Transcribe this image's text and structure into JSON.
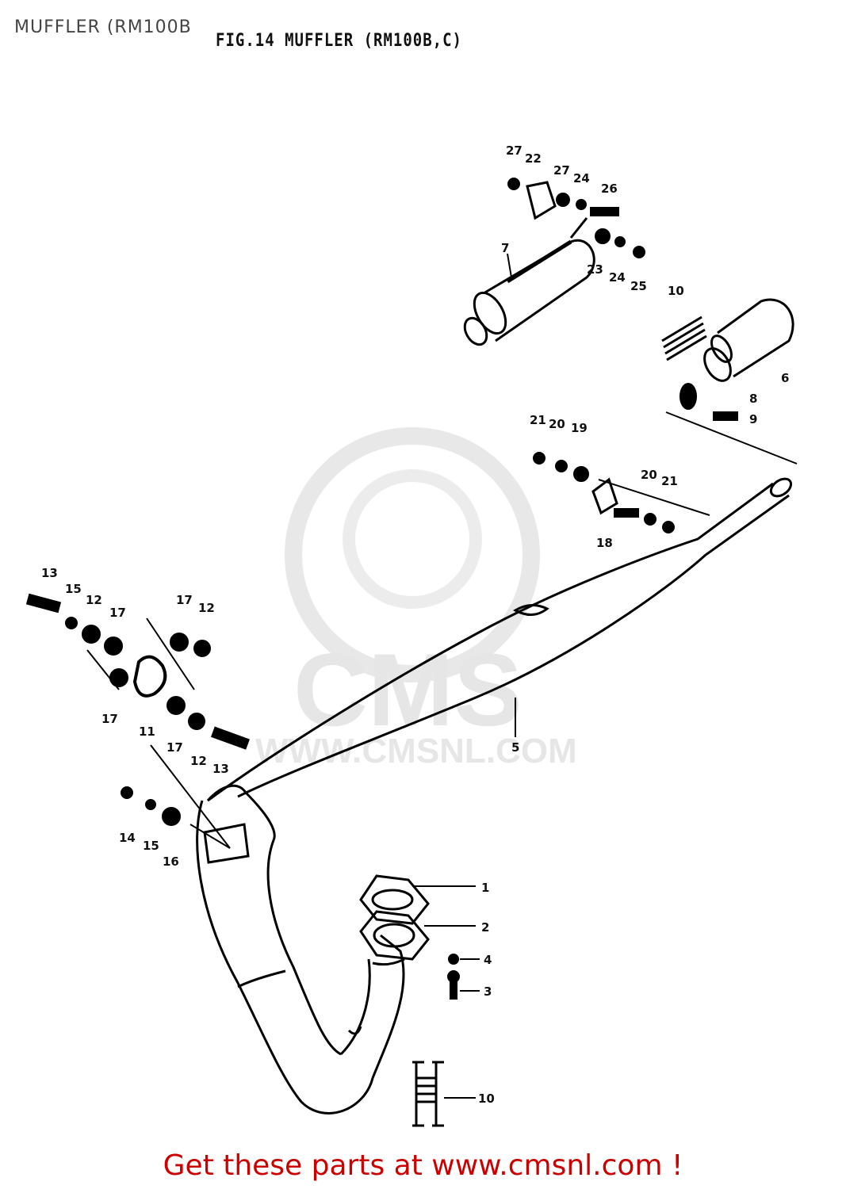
{
  "page_caption": "MUFFLER (RM100B",
  "figure_title": "FIG.14  MUFFLER (RM100B,C)",
  "watermark": {
    "brand": "CMS",
    "url": "WWW.CMSNL.COM",
    "color": "#e6e6e6"
  },
  "callouts": {
    "c1": "1",
    "c2": "2",
    "c3": "3",
    "c4": "4",
    "c5": "5",
    "c6": "6",
    "c7": "7",
    "c8": "8",
    "c9": "9",
    "c10a": "10",
    "c10b": "10",
    "c11": "11",
    "c12a": "12",
    "c12b": "12",
    "c12c": "12",
    "c13a": "13",
    "c13b": "13",
    "c14": "14",
    "c15a": "15",
    "c15b": "15",
    "c16": "16",
    "c17a": "17",
    "c17b": "17",
    "c17c": "17",
    "c17d": "17",
    "c18": "18",
    "c19": "19",
    "c20a": "20",
    "c20b": "20",
    "c21a": "21",
    "c21b": "21",
    "c22": "22",
    "c23": "23",
    "c24a": "24",
    "c24b": "24",
    "c25": "25",
    "c26": "26",
    "c27a": "27",
    "c27b": "27"
  },
  "footer": {
    "text": "Get these parts at www.cmsnl.com !",
    "color": "#cc0000"
  }
}
